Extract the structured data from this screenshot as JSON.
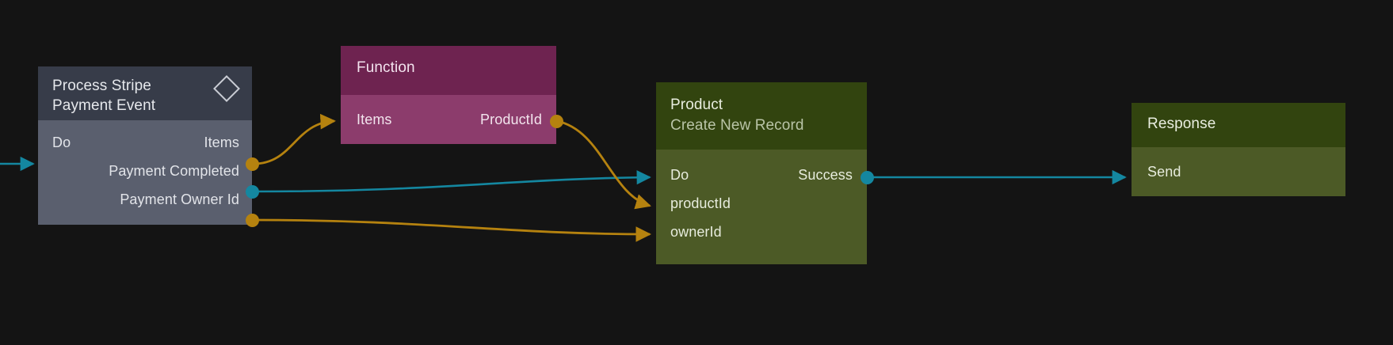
{
  "canvas": {
    "background": "#141414",
    "edge_colors": {
      "data": "#b5820f",
      "flow": "#1487a0"
    }
  },
  "nodes": [
    {
      "id": "trigger",
      "title": "Process Stripe\nPayment Event",
      "header_color": "#373c49",
      "body_color": "#5a5f6e",
      "icon": "diamond-icon",
      "inputs": [
        {
          "label": "Do",
          "type": "flow"
        }
      ],
      "outputs": [
        {
          "label": "Items",
          "type": "data"
        },
        {
          "label": "Payment Completed",
          "type": "flow"
        },
        {
          "label": "Payment Owner Id",
          "type": "data"
        }
      ]
    },
    {
      "id": "function",
      "title": "Function",
      "header_color": "#6e2350",
      "body_color": "#8c3c6c",
      "inputs": [
        {
          "label": "Items",
          "type": "data"
        }
      ],
      "outputs": [
        {
          "label": "ProductId",
          "type": "data"
        }
      ]
    },
    {
      "id": "product",
      "title": "Product",
      "subtitle": "Create New Record",
      "header_color": "#32440f",
      "body_color": "#4c5a26",
      "inputs": [
        {
          "label": "Do",
          "type": "flow"
        },
        {
          "label": "productId",
          "type": "data"
        },
        {
          "label": "ownerId",
          "type": "data"
        }
      ],
      "outputs": [
        {
          "label": "Success",
          "type": "flow"
        }
      ]
    },
    {
      "id": "response",
      "title": "Response",
      "header_color": "#32440f",
      "body_color": "#4c5a26",
      "inputs": [
        {
          "label": "Send",
          "type": "flow"
        }
      ],
      "outputs": []
    }
  ],
  "edges": [
    {
      "from": "external",
      "to": "trigger.Do",
      "type": "flow"
    },
    {
      "from": "trigger.Items",
      "to": "function.Items",
      "type": "data"
    },
    {
      "from": "trigger.Payment Completed",
      "to": "product.Do",
      "type": "flow"
    },
    {
      "from": "trigger.Payment Owner Id",
      "to": "product.ownerId",
      "type": "data"
    },
    {
      "from": "function.ProductId",
      "to": "product.productId",
      "type": "data"
    },
    {
      "from": "product.Success",
      "to": "response.Send",
      "type": "flow"
    }
  ]
}
